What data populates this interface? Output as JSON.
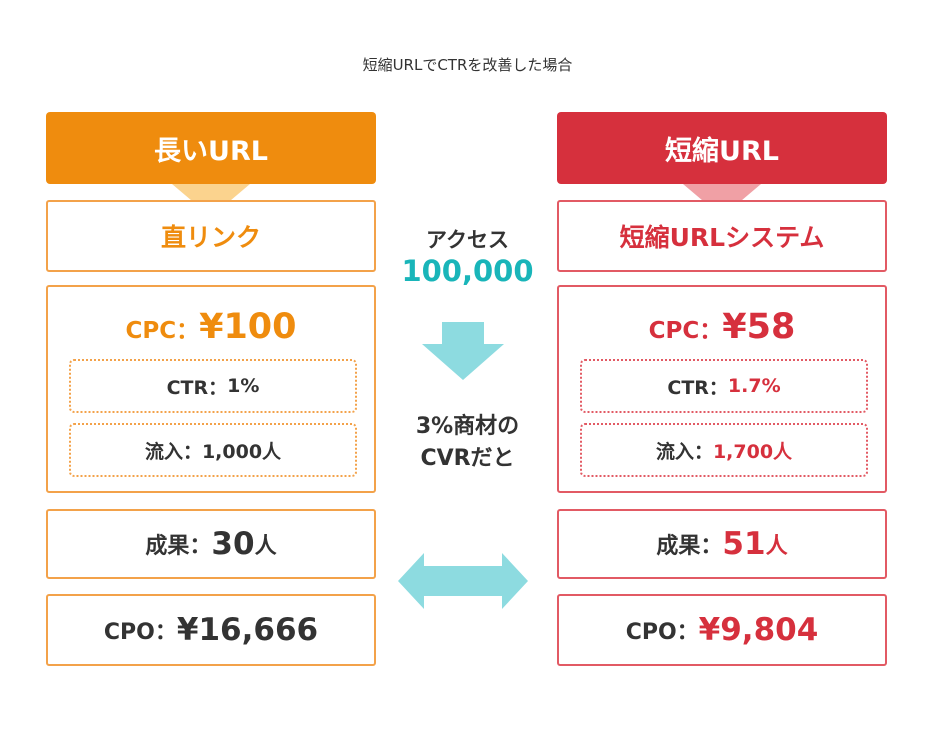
{
  "title": "短縮URLでCTRを改善した場合",
  "left": {
    "header": "長いURL",
    "link_type": "直リンク",
    "cpc_label": "CPC：",
    "cpc_value": "¥100",
    "ctr_label": "CTR：",
    "ctr_value": "1%",
    "inflow_label": "流入：",
    "inflow_value": "1,000人",
    "result_label": "成果：",
    "result_value": "30",
    "result_unit": "人",
    "cpo_label": "CPO：",
    "cpo_value": "¥16,666"
  },
  "right": {
    "header": "短縮URL",
    "link_type": "短縮URLシステム",
    "cpc_label": "CPC：",
    "cpc_value": "¥58",
    "ctr_label": "CTR：",
    "ctr_value": "1.7%",
    "inflow_label": "流入：",
    "inflow_value": "1,700人",
    "result_label": "成果：",
    "result_value": "51",
    "result_unit": "人",
    "cpo_label": "CPO：",
    "cpo_value": "¥9,804"
  },
  "center": {
    "access_label": "アクセス",
    "access_value": "100,000",
    "cvr_line1": "3%商材の",
    "cvr_line2": "CVRだと"
  },
  "colors": {
    "orange": "#ef8c0e",
    "orange_light": "#fbd38e",
    "red": "#d6303d",
    "red_light": "#f0a0a5",
    "teal": "#19b5b9",
    "arrow": "#8ddbe0"
  }
}
